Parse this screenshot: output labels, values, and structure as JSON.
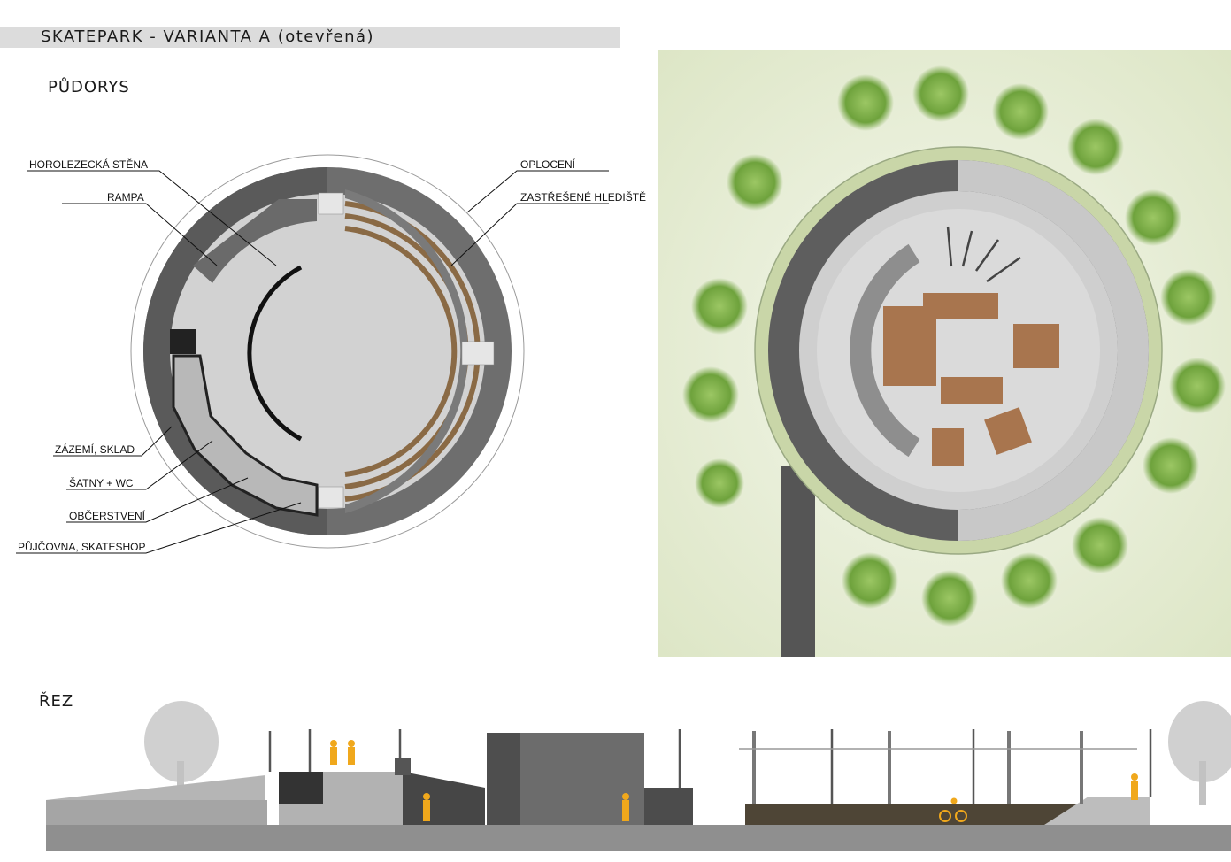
{
  "header": {
    "title": "SKATEPARK - VARIANTA A (otevřená)"
  },
  "sections": {
    "plan": "PŮDORYS",
    "section": "ŘEZ"
  },
  "plan_labels": {
    "climbing_wall": "HOROLEZECKÁ STĚNA",
    "ramp": "RAMPA",
    "fence": "OPLOCENÍ",
    "stands": "ZASTŘEŠENÉ HLEDIŠTĚ",
    "storage": "ZÁZEMÍ, SKLAD",
    "changing": "ŠATNY + WC",
    "refreshments": "OBČERSTVENÍ",
    "rental": "PŮJČOVNA, SKATESHOP"
  },
  "colors": {
    "ring_dark": "#6e6e6e",
    "floor": "#d2d2d2",
    "stands_brown": "#8a6a45",
    "grass": "#e6ecd5",
    "tree": "#7fb04a",
    "obstacle": "#a8754e",
    "person": "#f0a81c"
  }
}
